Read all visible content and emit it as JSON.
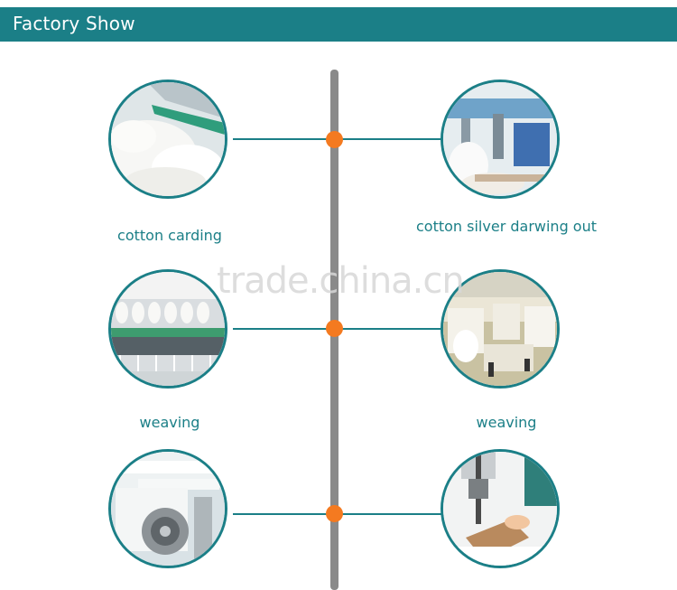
{
  "header": {
    "title": "Factory Show"
  },
  "watermark": "trade.china.cn",
  "colors": {
    "teal": "#1b7f87",
    "orange": "#f47a20",
    "timeline": "#8a8a8a"
  },
  "steps": [
    {
      "caption": "cotton carding",
      "image": "cotton-fibers"
    },
    {
      "caption": "cotton silver darwing out",
      "image": "drawing-frame-machine"
    },
    {
      "caption": "weaving",
      "image": "spinning-frame-bobbins"
    },
    {
      "caption": "weaving",
      "image": "weaving-looms-hall"
    },
    {
      "caption": "",
      "image": "fabric-roll-machine"
    },
    {
      "caption": "",
      "image": "band-saw-cutting"
    }
  ]
}
